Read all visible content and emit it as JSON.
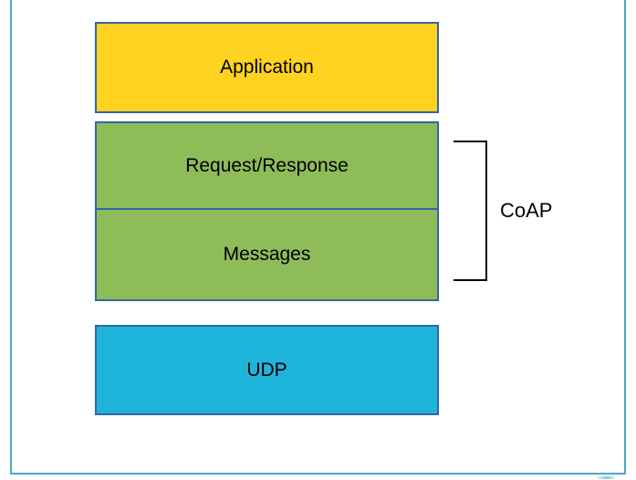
{
  "stack": {
    "application": {
      "label": "Application",
      "fill": "#FFD320"
    },
    "request_response": {
      "label": "Request/Response",
      "fill": "#8EBC59"
    },
    "messages": {
      "label": "Messages",
      "fill": "#8EBC59"
    },
    "udp": {
      "label": "UDP",
      "fill": "#1FB5DB"
    }
  },
  "bracket": {
    "label": "CoAP",
    "color": "#000000",
    "spans": [
      "Request/Response",
      "Messages"
    ]
  },
  "colors": {
    "box_border": "#3465A4",
    "page_border": "#4BA6CB",
    "text": "#000000",
    "background": "#FFFFFF"
  }
}
